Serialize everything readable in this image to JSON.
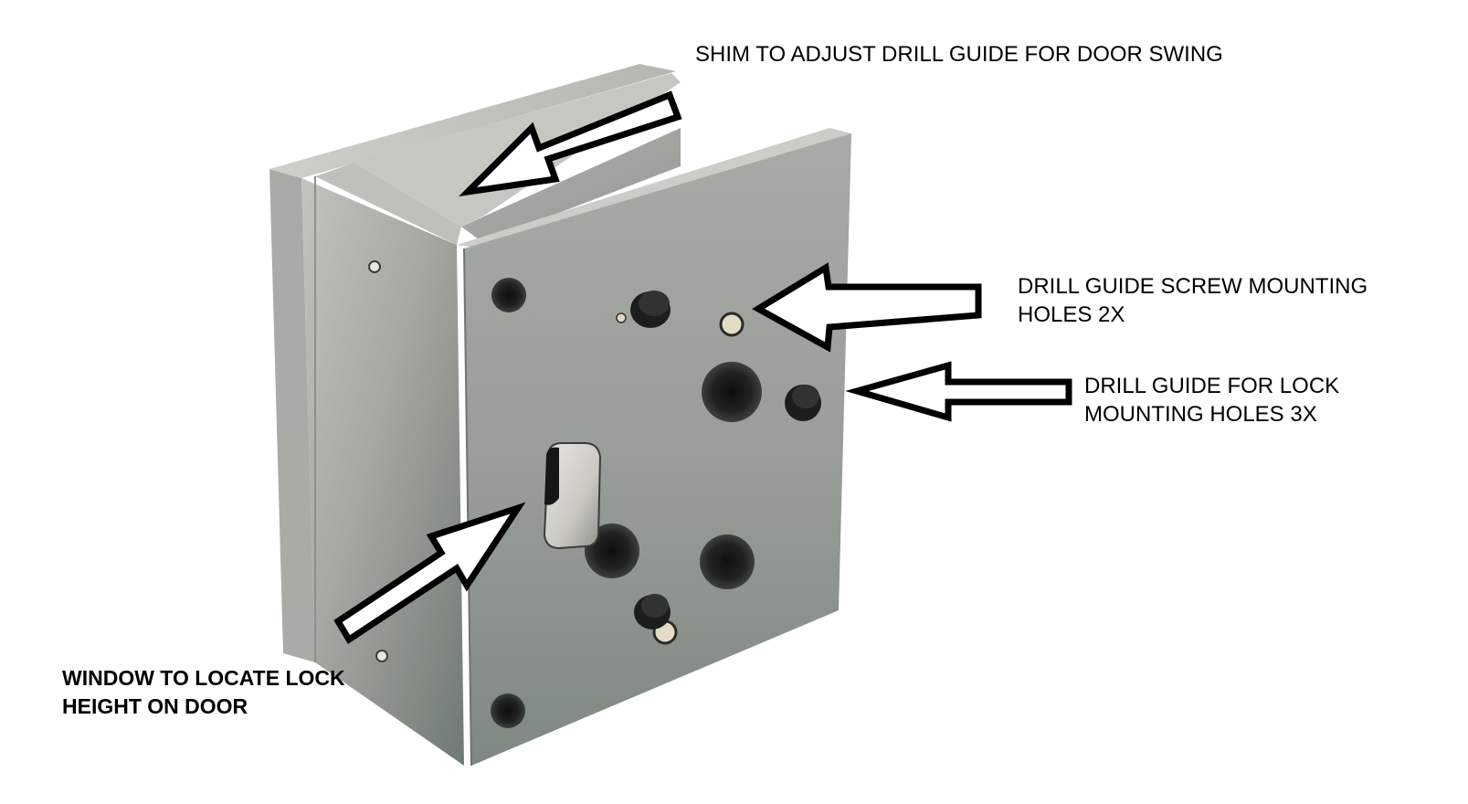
{
  "callouts": {
    "shim": "SHIM TO ADJUST DRILL GUIDE FOR DOOR SWING",
    "screw_holes": "DRILL GUIDE SCREW MOUNTING\nHOLES 2X",
    "lock_holes": "DRILL GUIDE FOR LOCK\nMOUNTING HOLES 3X",
    "window": "WINDOW  TO LOCATE LOCK\nHEIGHT ON DOOR"
  },
  "object": "aluminum lock drill guide block",
  "colors": {
    "background": "#ffffff",
    "metal_light": "#b8b9b5",
    "metal_mid": "#8f938f",
    "metal_dark": "#5f6660",
    "hole": "#1a1c1b",
    "arrow_stroke": "#000000",
    "arrow_fill": "#ffffff"
  }
}
